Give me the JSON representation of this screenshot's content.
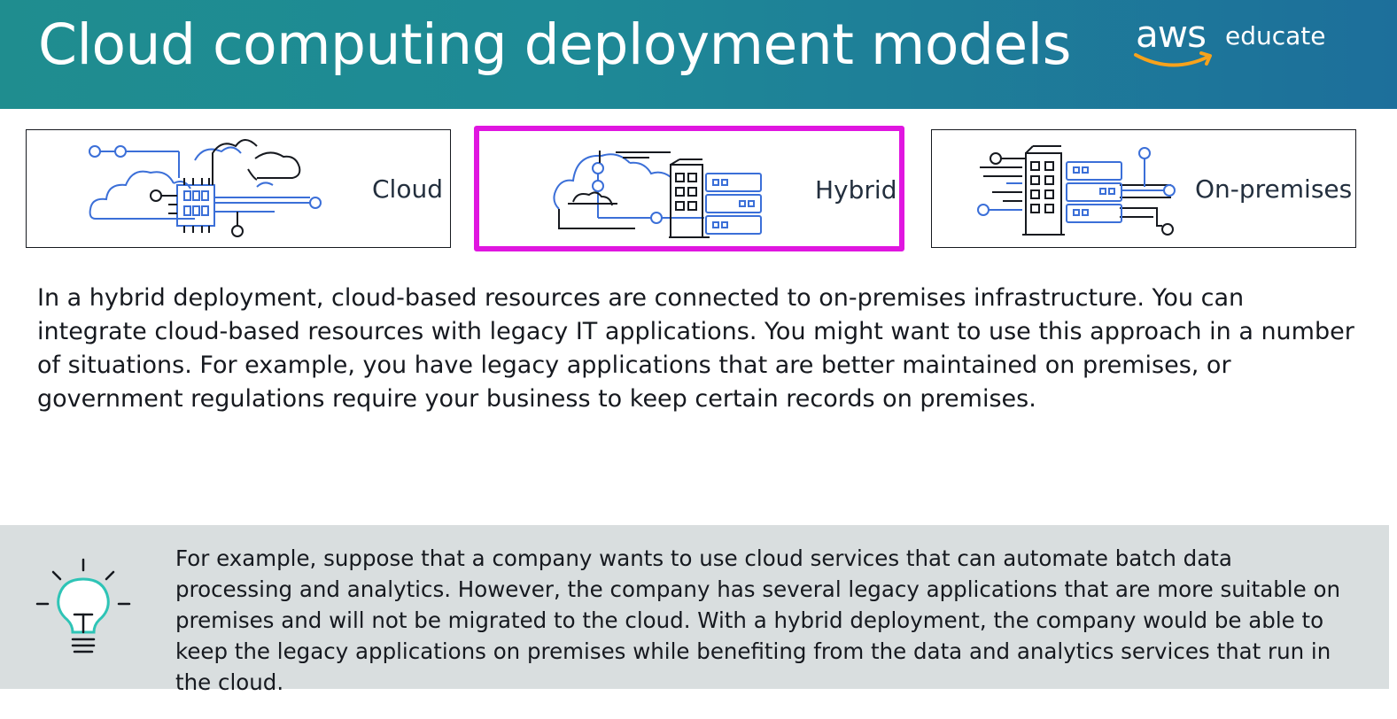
{
  "header": {
    "title": "Cloud computing deployment models",
    "logo": {
      "brand": "aws",
      "product": "educate"
    },
    "gradient_colors": [
      "#1f8d8f",
      "#1d6f9b"
    ]
  },
  "cards": [
    {
      "label": "Cloud",
      "icon": "cloud-chip-icon",
      "selected": false
    },
    {
      "label": "Hybrid",
      "icon": "cloud-building-server-icon",
      "selected": true
    },
    {
      "label": "On-premises",
      "icon": "building-server-icon",
      "selected": false
    }
  ],
  "colors": {
    "selection": "#e016e0",
    "icon_blue": "#3b6fd8",
    "icon_dark": "#16191f",
    "tip_background": "#d9dedf",
    "bulb_teal": "#2ec4b6"
  },
  "description": "In a hybrid deployment, cloud-based resources are connected to on-premises infrastructure. You can integrate cloud-based resources with legacy IT applications. You might want to use this approach in a number of situations. For example, you have legacy applications that are better maintained on premises, or government regulations require your business to keep certain records on premises.",
  "tip": {
    "icon": "lightbulb-icon",
    "text": "For example, suppose that a company wants to use cloud services that can automate batch data processing and analytics. However, the company has several legacy applications that are more suitable on premises and will not be migrated to the cloud. With a hybrid deployment, the company would be able to keep the legacy applications on premises while benefiting from the data and analytics services that run in the cloud."
  }
}
